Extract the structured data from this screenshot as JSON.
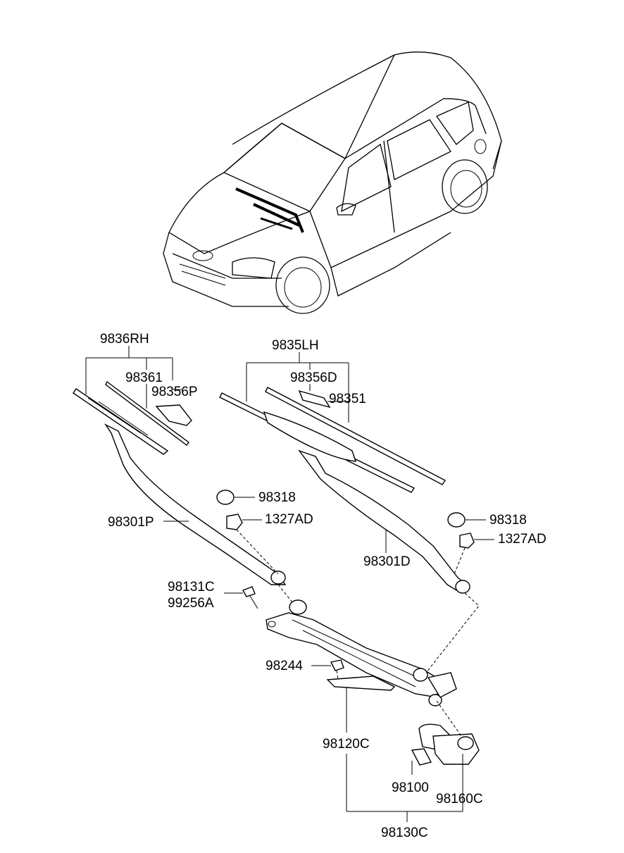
{
  "labels": {
    "rh_assy": "9836RH",
    "rh_refill": "98361",
    "rh_cover": "98356P",
    "lh_assy": "9835LH",
    "lh_cover": "98356D",
    "lh_refill": "98351",
    "cap_right": "98318",
    "nut_right": "1327AD",
    "arm_rh": "98301P",
    "arm_lh": "98301D",
    "cap_left": "98318",
    "nut_left": "1327AD",
    "bolt_a": "98131C",
    "bolt_b": "99256A",
    "nut_link": "98244",
    "linkage": "98120C",
    "motor": "98100",
    "crank": "98160C",
    "motor_linkage_assy": "98130C"
  }
}
